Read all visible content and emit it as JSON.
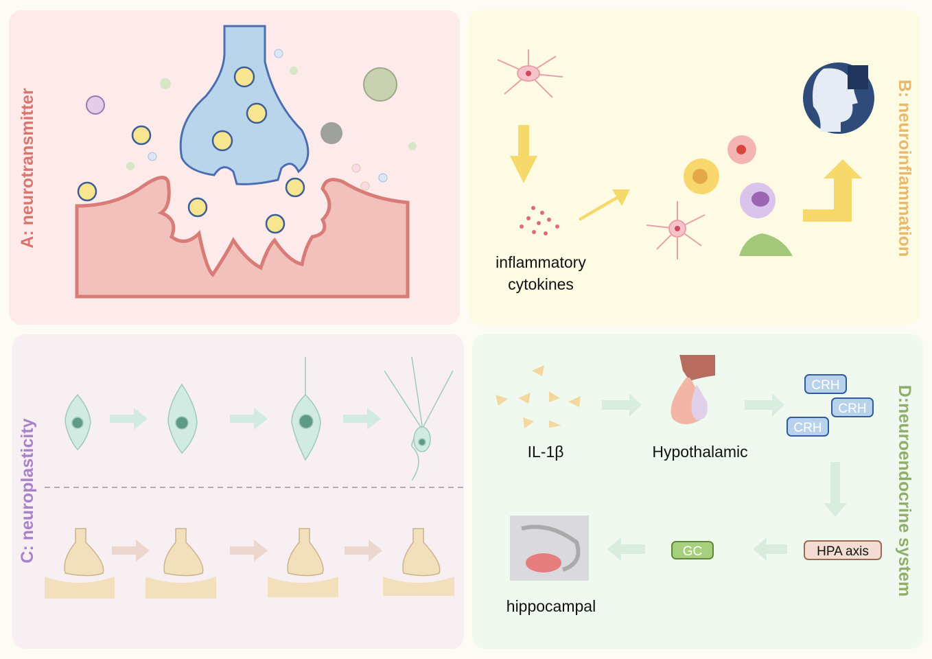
{
  "panels": {
    "a": {
      "label": "A:   neurotransmitter",
      "color": "#d9756e"
    },
    "b": {
      "label": "B:  neuroinflammation",
      "color": "#e8b96a",
      "text_line1": "inflammatory",
      "text_line2": "cytokines"
    },
    "c": {
      "label": "C:  neuroplasticity",
      "color": "#a882c8"
    },
    "d": {
      "label": "D:neuroendocrine system",
      "color": "#8fae6a",
      "il1b": "IL-1β",
      "hypothalamic": "Hypothalamic",
      "crh": [
        "CRH",
        "CRH",
        "CRH"
      ],
      "hpa": "HPA axis",
      "gc": "GC",
      "hippocampal": "hippocampal"
    }
  }
}
